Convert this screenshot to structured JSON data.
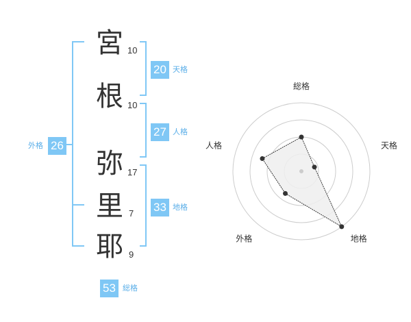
{
  "name": {
    "chars": [
      {
        "kanji": "宮",
        "strokes": "10"
      },
      {
        "kanji": "根",
        "strokes": "10"
      },
      {
        "kanji": "弥",
        "strokes": "17"
      },
      {
        "kanji": "里",
        "strokes": "7"
      },
      {
        "kanji": "耶",
        "strokes": "9"
      }
    ]
  },
  "kaku": {
    "tenkaku": {
      "value": "20",
      "label": "天格"
    },
    "jinkaku": {
      "value": "27",
      "label": "人格"
    },
    "chikaku": {
      "value": "33",
      "label": "地格"
    },
    "gaikaku": {
      "value": "26",
      "label": "外格"
    },
    "soukaku": {
      "value": "53",
      "label": "総格"
    }
  },
  "colors": {
    "accent": "#7fc7f5",
    "accent_text": "#5aaee8",
    "text": "#333333",
    "grid": "#cccccc",
    "fill": "#eeeeee"
  },
  "chart_data": {
    "type": "radar",
    "axes": [
      "総格",
      "天格",
      "地格",
      "外格",
      "人格"
    ],
    "values": [
      0.5,
      0.2,
      1.0,
      0.4,
      0.6
    ],
    "rings": 4,
    "range": [
      0,
      1
    ]
  }
}
